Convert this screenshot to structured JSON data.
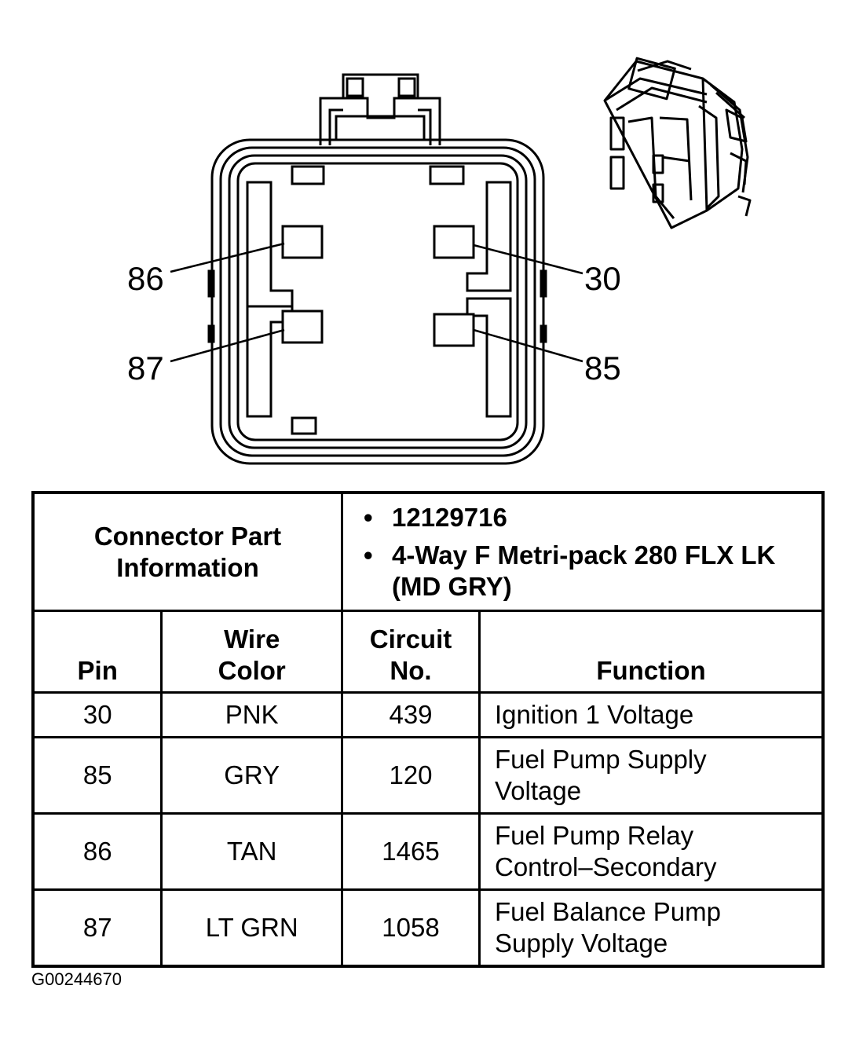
{
  "pin_labels": [
    "86",
    "30",
    "87",
    "85"
  ],
  "table": {
    "part_info_label": "Connector Part Information",
    "part_info": [
      "12129716",
      "4-Way F Metri-pack 280 FLX LK (MD GRY)"
    ],
    "headers": {
      "pin": "Pin",
      "wire_color": "Wire Color",
      "circuit_no": "Circuit No.",
      "function": "Function"
    },
    "rows": [
      {
        "pin": "30",
        "wire_color": "PNK",
        "circuit": "439",
        "function": "Ignition 1 Voltage"
      },
      {
        "pin": "85",
        "wire_color": "GRY",
        "circuit": "120",
        "function": "Fuel Pump Supply Voltage"
      },
      {
        "pin": "86",
        "wire_color": "TAN",
        "circuit": "1465",
        "function": "Fuel Pump Relay Control–Secondary"
      },
      {
        "pin": "87",
        "wire_color": "LT GRN",
        "circuit": "1058",
        "function": "Fuel Balance Pump Supply Voltage"
      }
    ]
  },
  "figure_code": "G00244670"
}
